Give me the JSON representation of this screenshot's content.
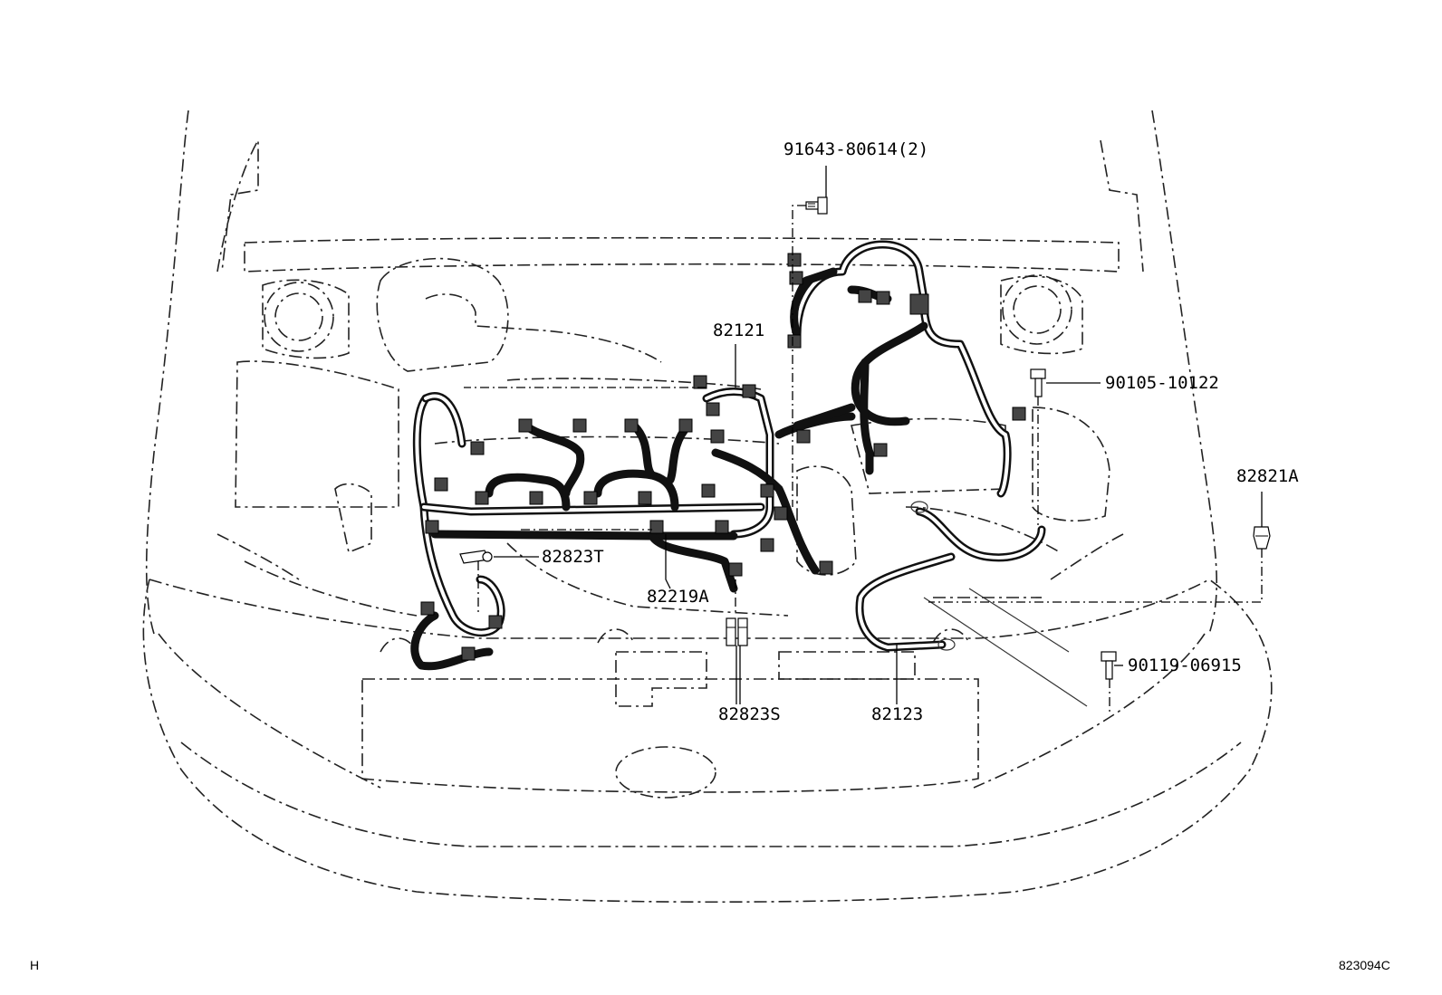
{
  "callouts": {
    "bolt_top": "91643-80614(2)",
    "harness_main": "82121",
    "bolt_right": "90105-10122",
    "clip": "82821A",
    "protector_t": "82823T",
    "wire_a": "82219A",
    "bolt_lower": "90119-06915",
    "protector_s": "82823S",
    "ground_wire": "82123"
  },
  "corners": {
    "section": "H",
    "diagram_id": "823094C"
  }
}
